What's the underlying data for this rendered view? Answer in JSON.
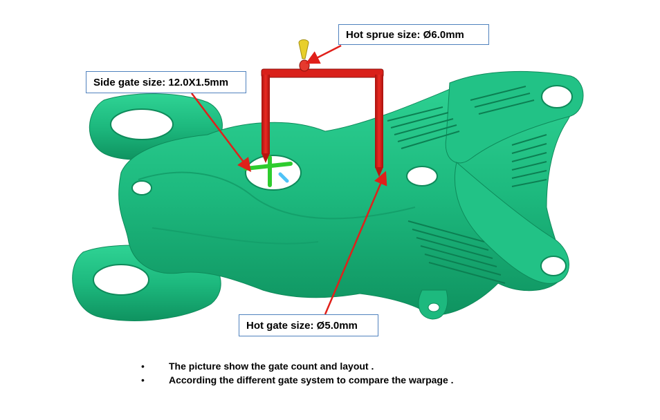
{
  "callouts": {
    "hot_sprue": "Hot sprue size: Ø6.0mm",
    "side_gate": "Side gate size: 12.0X1.5mm",
    "hot_gate": "Hot gate size: Ø5.0mm"
  },
  "bullets": [
    "The picture show the gate count and layout .",
    "According the different gate system to compare the warpage  ."
  ],
  "colors": {
    "part": "#1db97e",
    "part_dark": "#0e8a5a",
    "runner": "#d9201a",
    "side_gate": "#2ecc2e",
    "arrow": "#e0201a",
    "callout_border": "#4f81bd"
  }
}
